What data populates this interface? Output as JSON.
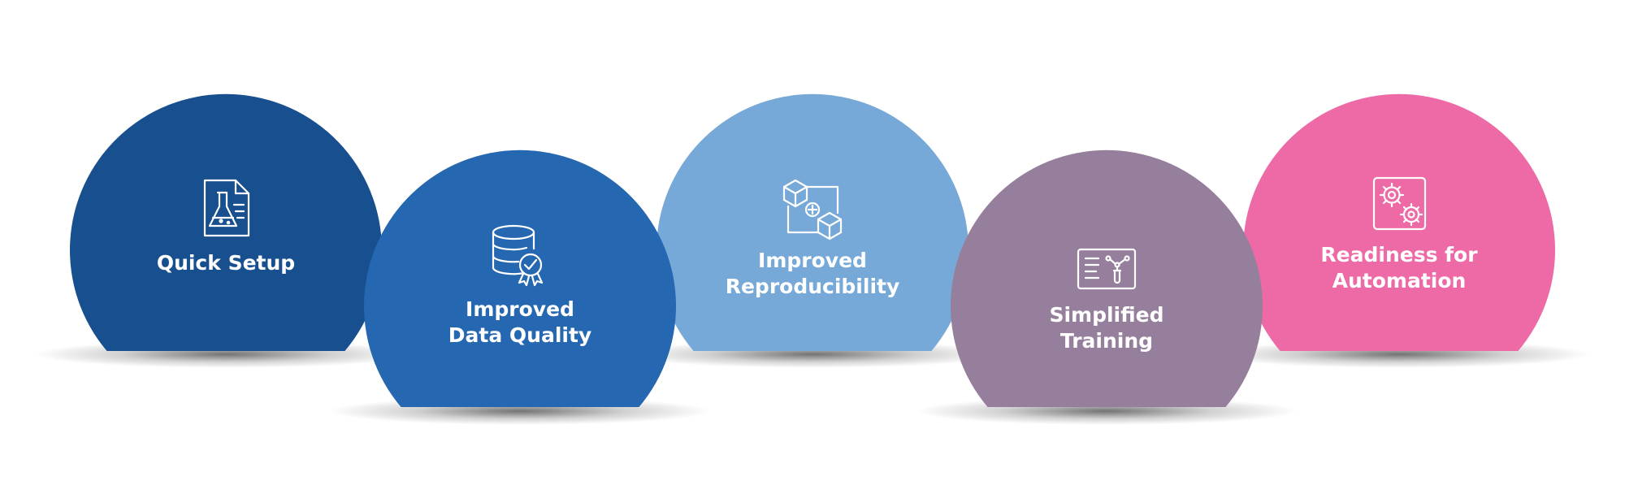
{
  "items": [
    {
      "lines": [
        "Quick Setup"
      ],
      "color": "#174f8f",
      "icon": "flask-document-icon"
    },
    {
      "lines": [
        "Improved",
        "Data Quality"
      ],
      "color": "#2567b0",
      "icon": "database-badge-icon"
    },
    {
      "lines": [
        "Improved",
        "Reproducibility"
      ],
      "color": "#76a8d8",
      "icon": "cubes-plus-icon"
    },
    {
      "lines": [
        "Simplified",
        "Training"
      ],
      "color": "#967f9c",
      "icon": "training-board-icon"
    },
    {
      "lines": [
        "Readiness for",
        "Automation"
      ],
      "color": "#ee6aa6",
      "icon": "gears-icon"
    }
  ]
}
